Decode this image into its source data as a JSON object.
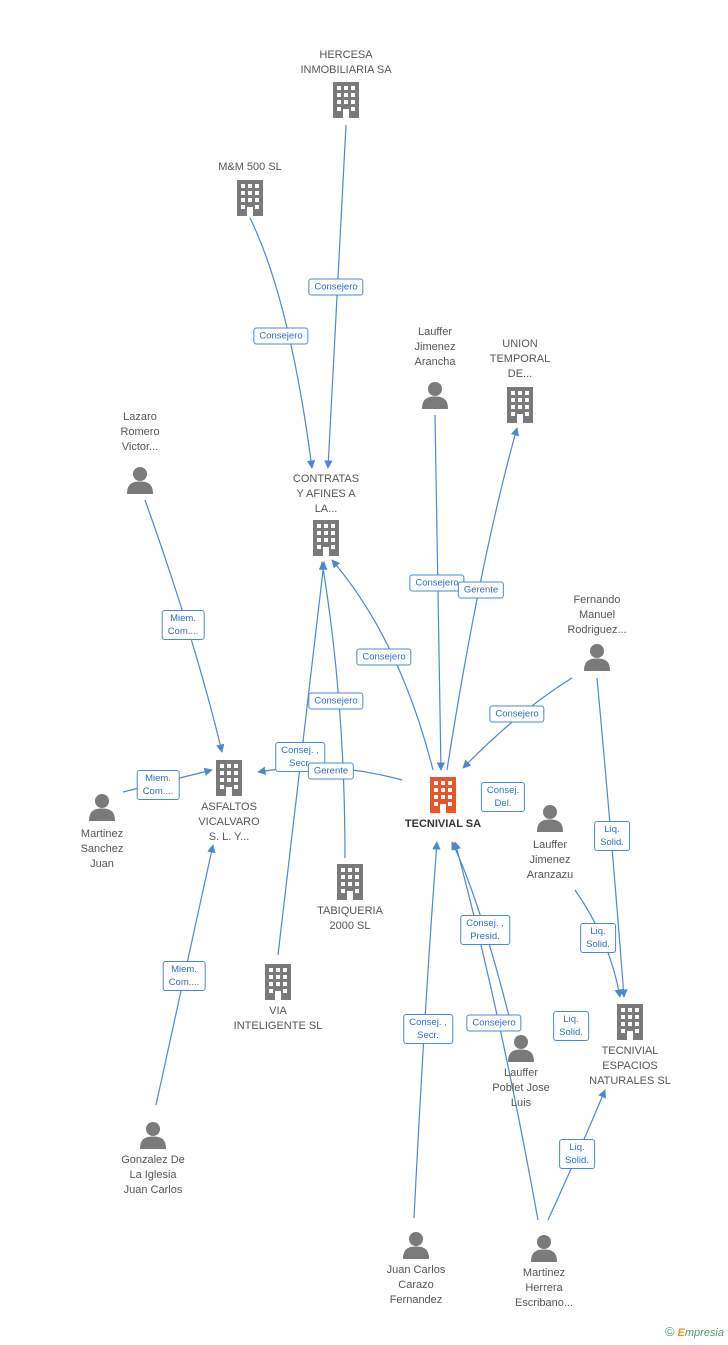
{
  "colors": {
    "edge": "#4a88d0",
    "company": "#7a7a7a",
    "main_company": "#e8552b",
    "person": "#7a7a7a"
  },
  "nodes": [
    {
      "id": "hercesa",
      "type": "company",
      "label": "HERCESA\nINMOBILIARIA SA"
    },
    {
      "id": "mm500",
      "type": "company",
      "label": "M&M 500  SL"
    },
    {
      "id": "lauffer_arancha",
      "type": "person",
      "label": "Lauffer\nJimenez\nArancha"
    },
    {
      "id": "union",
      "type": "company",
      "label": "UNION\nTEMPORAL\nDE..."
    },
    {
      "id": "lazaro",
      "type": "person",
      "label": "Lazaro\nRomero\nVictor..."
    },
    {
      "id": "contratas",
      "type": "company",
      "label": "CONTRATAS\nY AFINES A\nLA..."
    },
    {
      "id": "fernando",
      "type": "person",
      "label": "Fernando\nManuel\nRodriguez..."
    },
    {
      "id": "asfaltos",
      "type": "company",
      "label": "ASFALTOS\nVICALVARO\nS. L. Y..."
    },
    {
      "id": "tecnivial",
      "type": "main",
      "label": "TECNIVIAL SA"
    },
    {
      "id": "martinez_sanchez",
      "type": "person",
      "label": "Martinez\nSanchez\nJuan"
    },
    {
      "id": "lauffer_aranzazu",
      "type": "person",
      "label": "Lauffer\nJimenez\nAranzazu"
    },
    {
      "id": "tabiqueria",
      "type": "company",
      "label": "TABIQUERIA\n2000 SL"
    },
    {
      "id": "via",
      "type": "company",
      "label": "VIA\nINTELIGENTE SL"
    },
    {
      "id": "tecnivial_esp",
      "type": "company",
      "label": "TECNIVIAL\nESPACIOS\nNATURALES SL"
    },
    {
      "id": "lauffer_poblet",
      "type": "person",
      "label": "Lauffer\nPoblet Jose\nLuis"
    },
    {
      "id": "gonzalez",
      "type": "person",
      "label": "Gonzalez De\nLa Iglesia\nJuan Carlos"
    },
    {
      "id": "juan_carlos",
      "type": "person",
      "label": "Juan Carlos\nCarazo\nFernandez"
    },
    {
      "id": "martinez_herrera",
      "type": "person",
      "label": "Martinez\nHerrera\nEscribano..."
    }
  ],
  "edge_labels": [
    "Consejero",
    "Consejero",
    "Consejero",
    "Gerente",
    "Miem.\nCom....",
    "Consejero",
    "Consejero",
    "Consejero",
    "Consej. ,\nSecr.",
    "Gerente",
    "Miem.\nCom....",
    "Consej.\nDel.",
    "Liq.\nSolid.",
    "Liq.\nSolid.",
    "Consej. ,\nPresid.",
    "Miem.\nCom....",
    "Consej. ,\nSecr.",
    "Consejero",
    "Liq.\nSolid.",
    "Liq.\nSolid."
  ],
  "footer": {
    "copyright": "©",
    "brand_e": "E",
    "brand_rest": "mpresia"
  }
}
